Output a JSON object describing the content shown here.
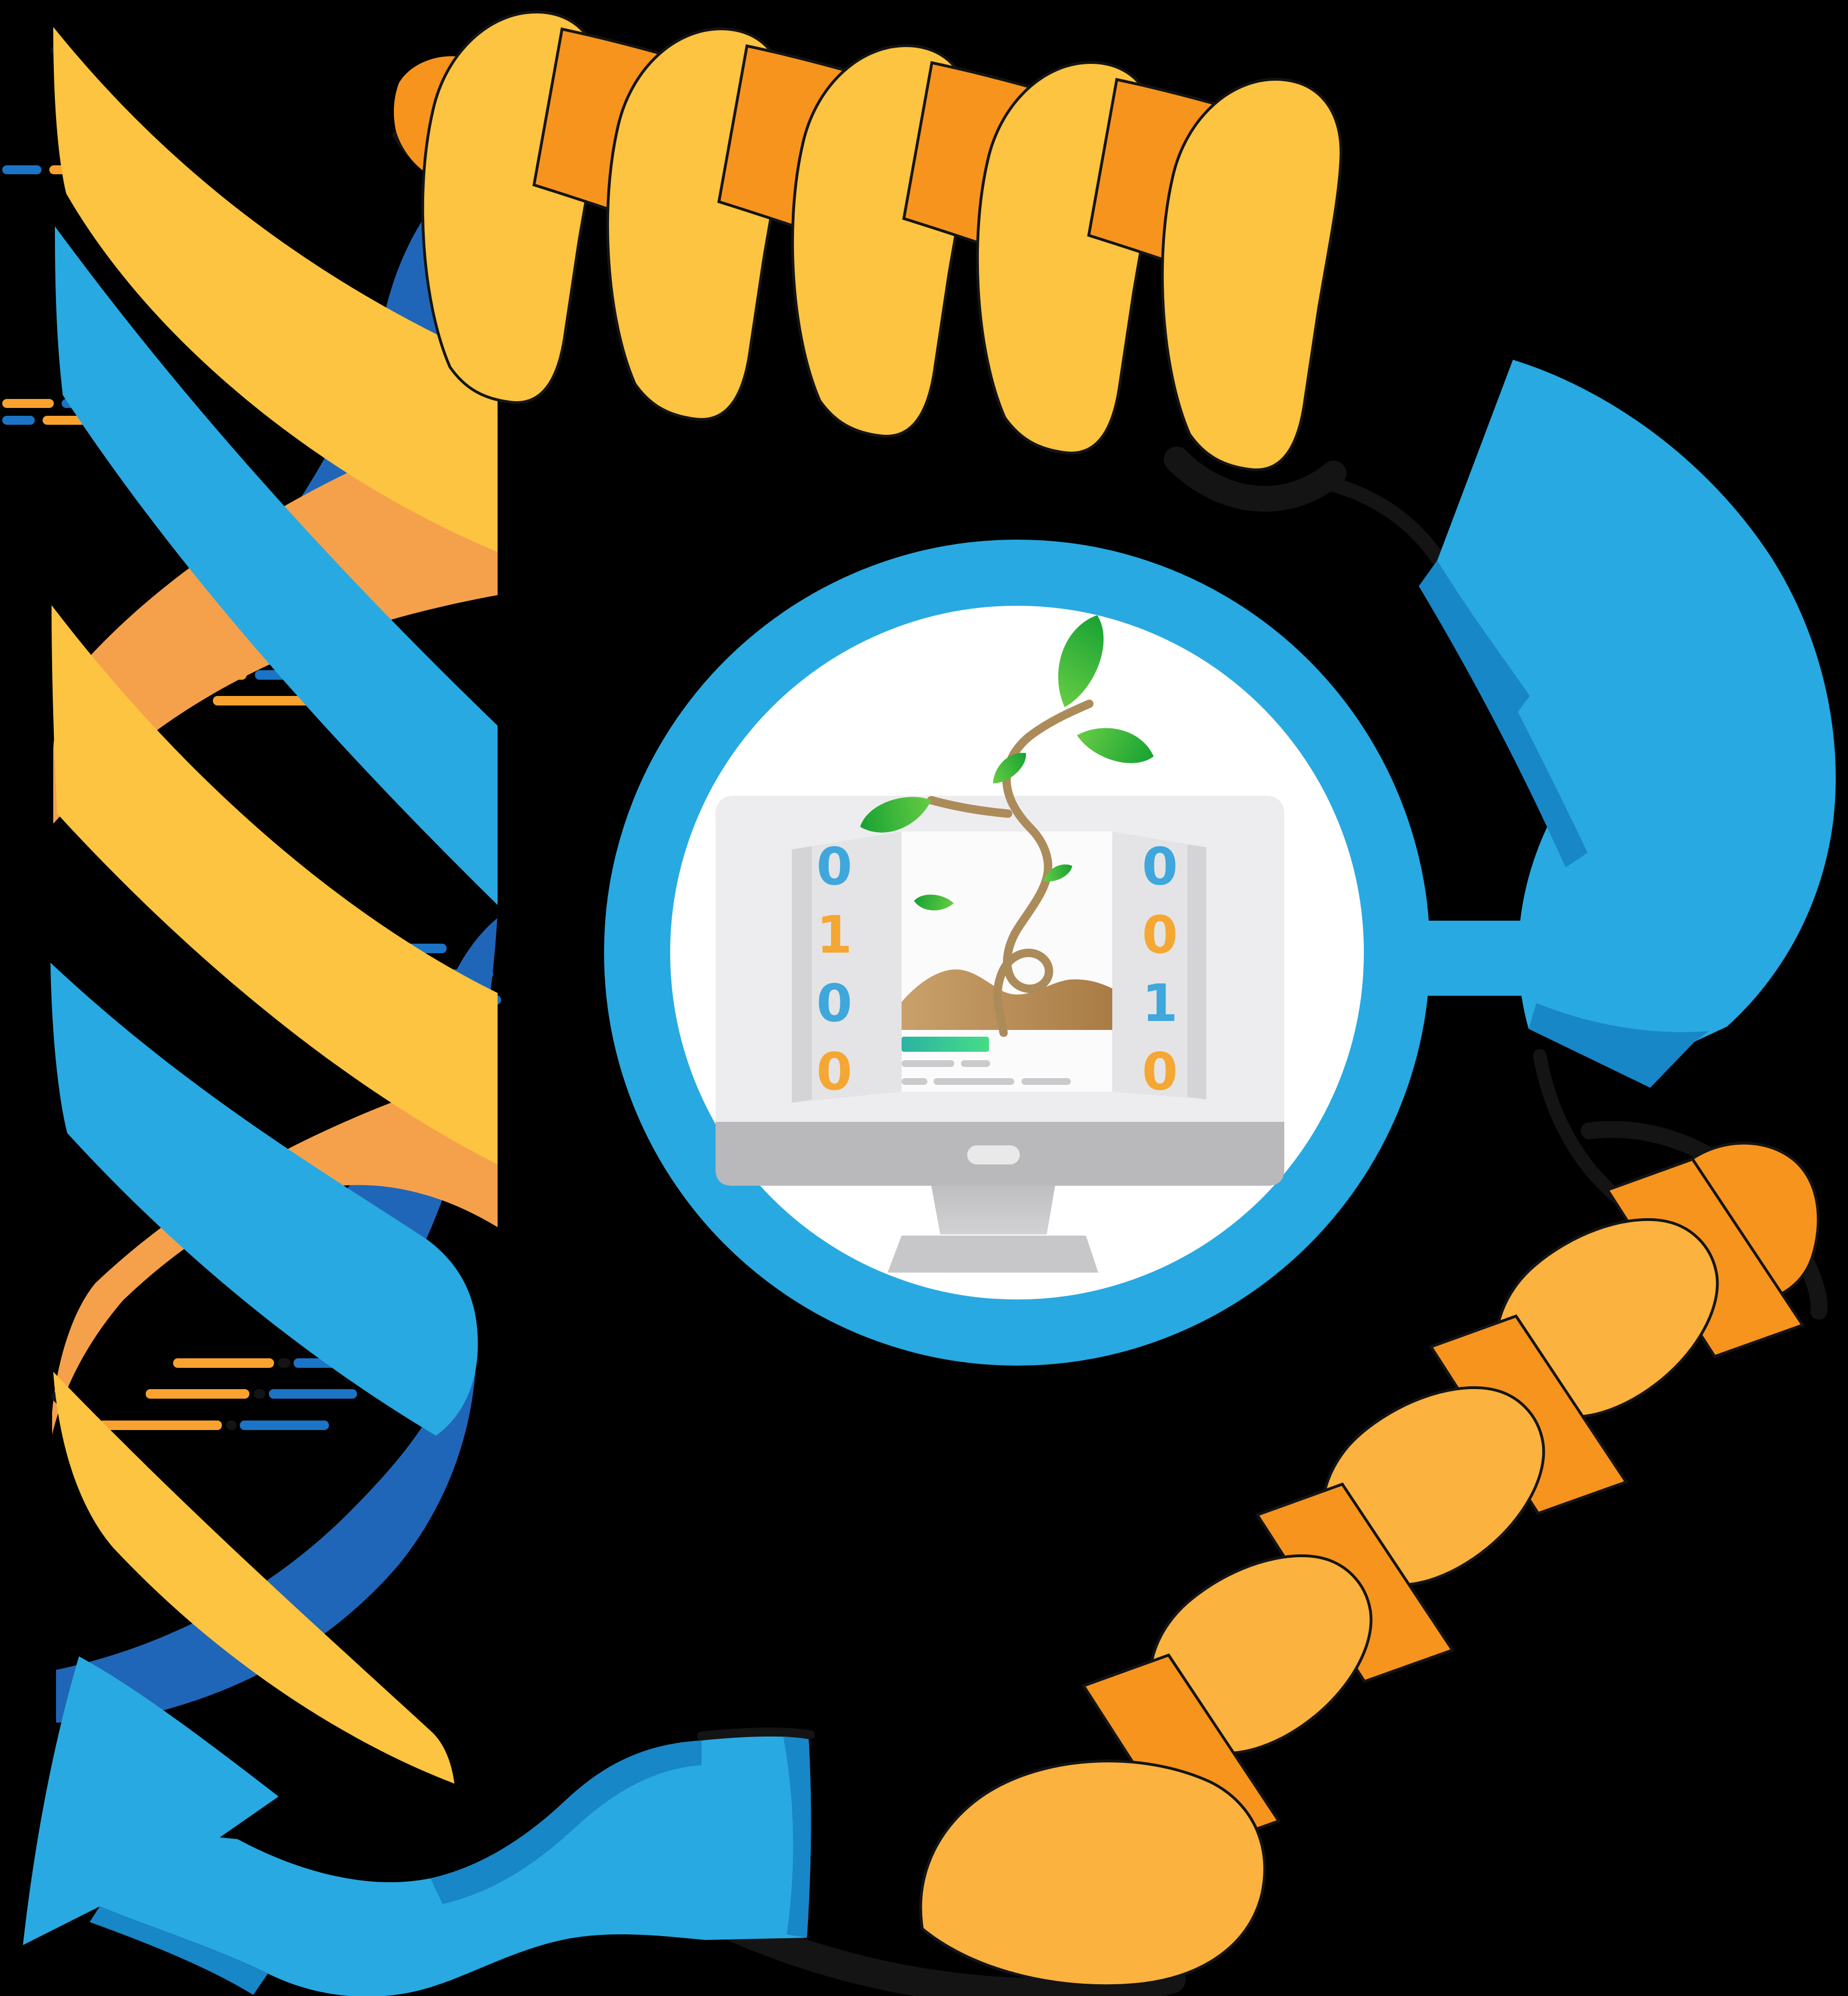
{
  "title": "Genotype-to-phenotype computational cycle illustration",
  "monitor": {
    "binary_left": [
      "0",
      "1",
      "0",
      "0"
    ],
    "binary_right": [
      "0",
      "0",
      "1",
      "0"
    ]
  },
  "icons": {
    "left": "dna-double-helix-icon",
    "top": "protein-alpha-helix-icon",
    "right": "curved-arrow-down-icon",
    "bottom_right": "protein-alpha-helix-icon",
    "bottom_left": "curved-arrow-up-icon",
    "center": "computer-monitor-growing-plant-icon"
  },
  "palette": {
    "background": "#000000",
    "light_blue": "#29A9E1",
    "accent_blue": "#1787C8",
    "dark_blue": "#2066B8",
    "yellow": "#FCC440",
    "orange": "#F5A14B",
    "deep_orange": "#F7941E",
    "dash_orange": "#F9A230",
    "dash_blue": "#1B74C5",
    "outline_black": "#141414",
    "digit_blue": "#3FA7DB",
    "digit_orange": "#F5A733",
    "monitor_gray": "#EDEDEF",
    "panel_gray": "#E4E4E6",
    "bezel_gray": "#B9B9BB",
    "stand_gray": "#C7C7C9",
    "soil_light": "#C9A06B",
    "soil_dark": "#A97C45",
    "vine_brown": "#AC8B5B",
    "leaf_light": "#66CC44",
    "leaf_dark": "#17A233",
    "progress_teal": "#2BB3A3",
    "progress_green": "#46DC86",
    "line_gray": "#CACACC",
    "white": "#FFFFFF"
  }
}
